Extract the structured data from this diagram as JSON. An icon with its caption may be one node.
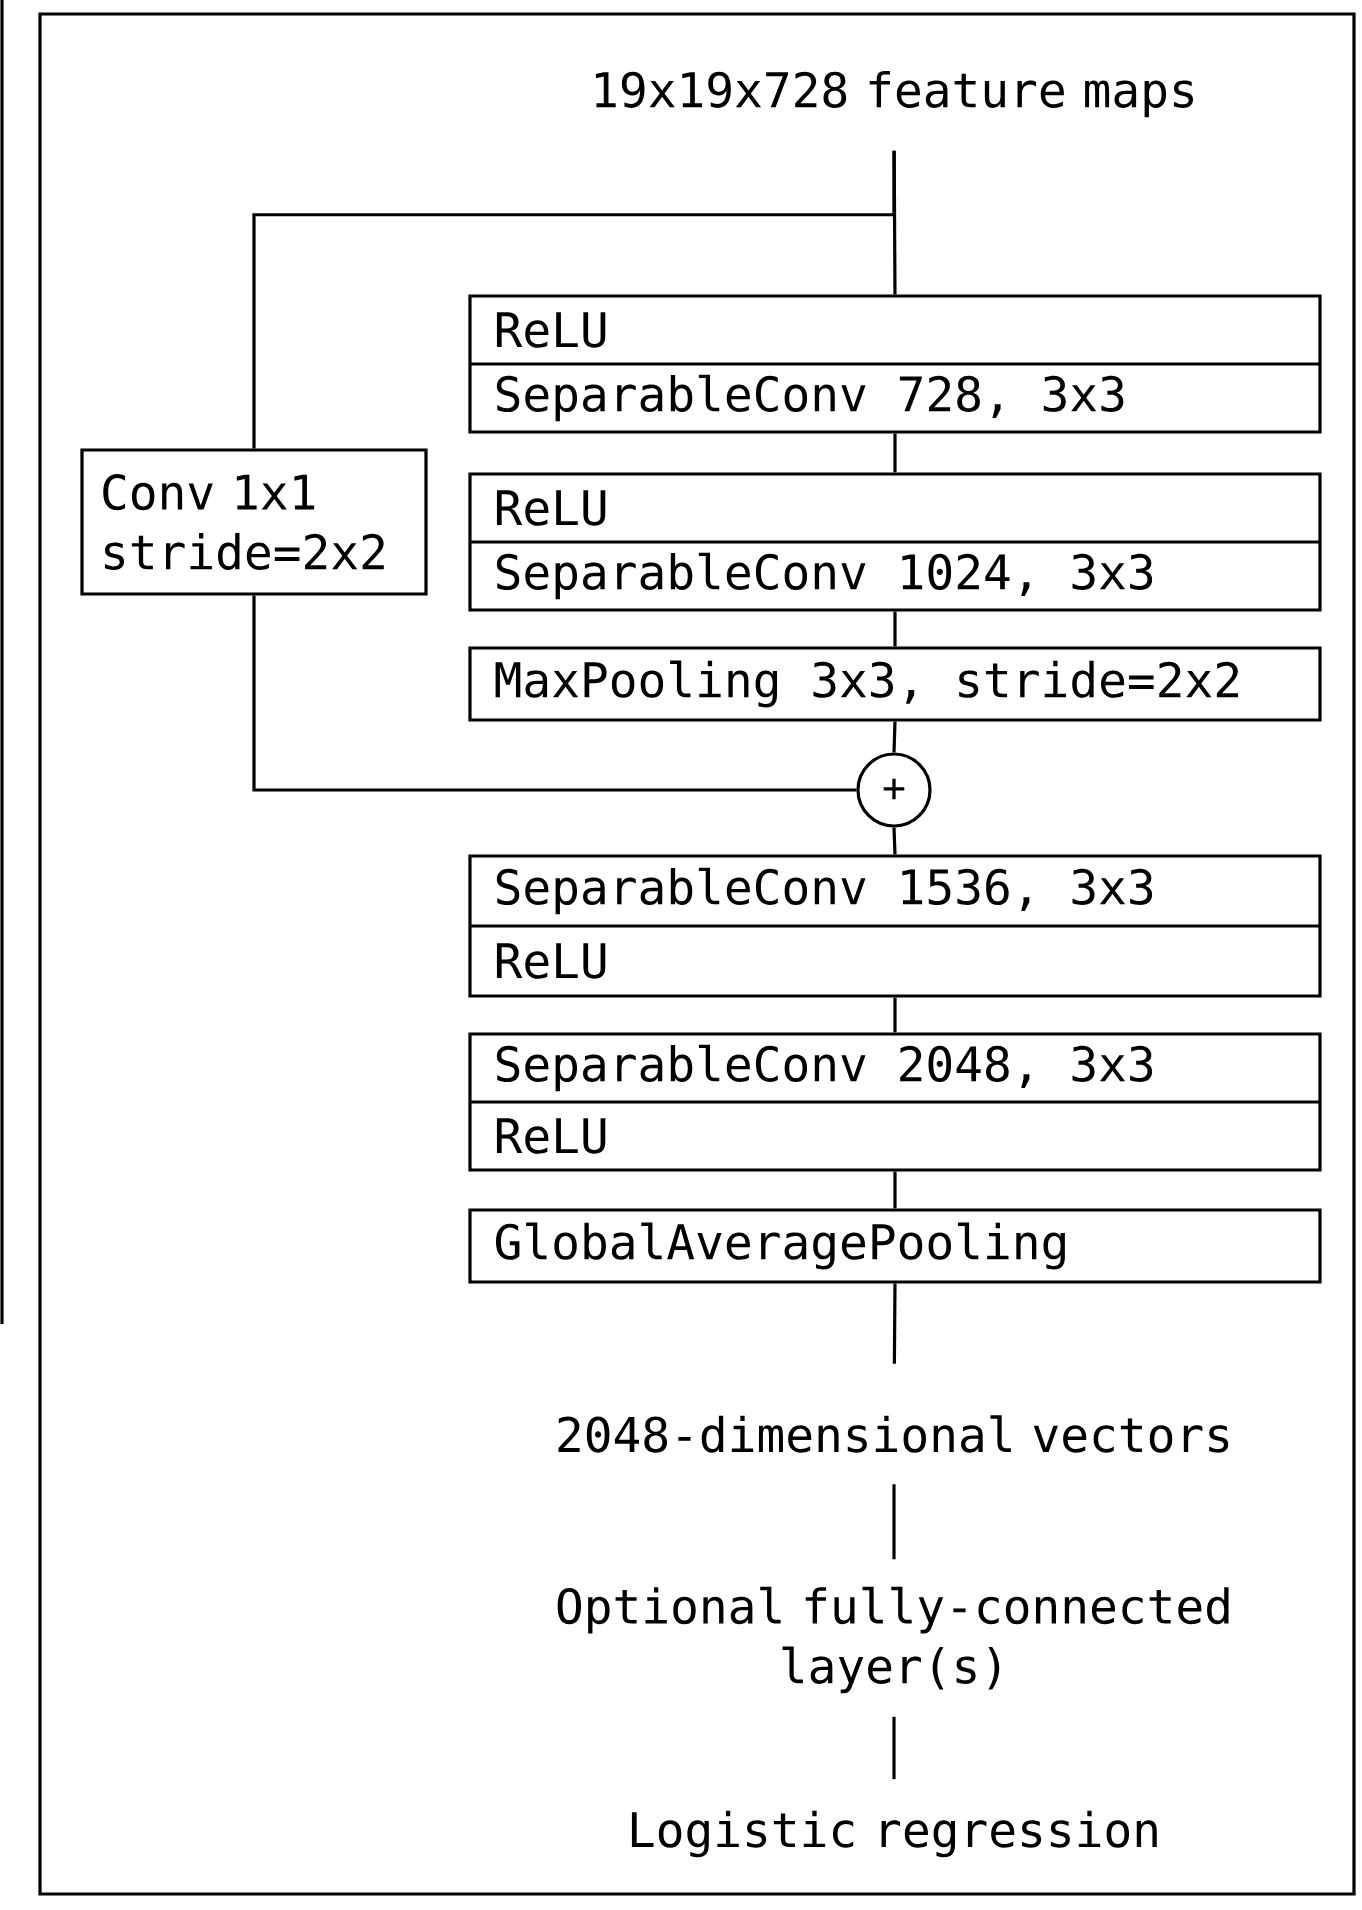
{
  "diagram": {
    "nodes": [
      {
        "text": [
          "19x19x728 feature maps"
        ]
      },
      {
        "text": [
          "ReLU",
          "SeparableConv 728, 3x3"
        ]
      },
      {
        "text": [
          "ReLU",
          "SeparableConv 1024, 3x3"
        ]
      },
      {
        "text": [
          "MaxPooling 3x3, stride=2x2"
        ]
      },
      {
        "text": [
          "Conv 1x1 stride=2x2"
        ]
      },
      {
        "text": [
          "+"
        ]
      },
      {
        "text": [
          "SeparableConv 1536, 3x3",
          "ReLU"
        ]
      },
      {
        "text": [
          "SeparableConv 2048, 3x3",
          "ReLU"
        ]
      },
      {
        "text": [
          "GlobalAveragePooling"
        ]
      },
      {
        "text": [
          "2048-dimensional vectors"
        ]
      },
      {
        "text": [
          "Optional fully-connected layer(s)"
        ]
      },
      {
        "text": [
          "Logistic regression"
        ]
      }
    ],
    "edges": [
      {
        "from": 0,
        "to": 1,
        "arrow": "none"
      },
      {
        "from": 0,
        "to": 4,
        "arrow": "none"
      },
      {
        "from": 1,
        "to": 2,
        "arrow": "none"
      },
      {
        "from": 2,
        "to": 3,
        "arrow": "none"
      },
      {
        "from": 3,
        "to": 5,
        "arrow": "none"
      },
      {
        "from": 4,
        "to": 5,
        "arrow": "none"
      },
      {
        "from": 5,
        "to": 6,
        "arrow": "none"
      },
      {
        "from": 6,
        "to": 7,
        "arrow": "none"
      },
      {
        "from": 7,
        "to": 8,
        "arrow": "none"
      },
      {
        "from": 8,
        "to": 9,
        "arrow": "none"
      },
      {
        "from": 9,
        "to": 10,
        "arrow": "none"
      },
      {
        "from": 10,
        "to": 11,
        "arrow": "none"
      }
    ]
  }
}
